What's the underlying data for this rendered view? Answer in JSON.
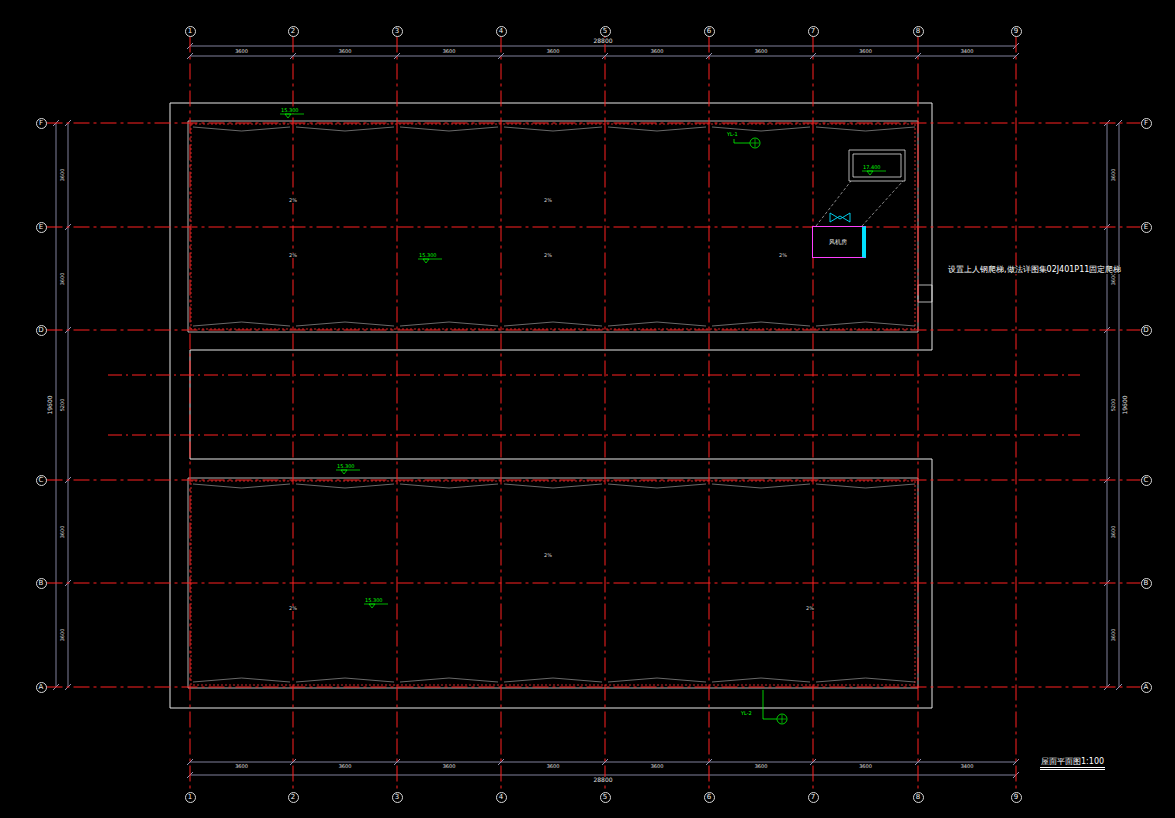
{
  "diagram": {
    "title": "屋面平面图1:100",
    "nodes": [
      {
        "text": [
          "1"
        ]
      },
      {
        "text": [
          "2"
        ]
      },
      {
        "text": [
          "3"
        ]
      },
      {
        "text": [
          "4"
        ]
      },
      {
        "text": [
          "5"
        ]
      },
      {
        "text": [
          "6"
        ]
      },
      {
        "text": [
          "7"
        ]
      },
      {
        "text": [
          "8"
        ]
      },
      {
        "text": [
          "9"
        ]
      },
      {
        "text": [
          "1"
        ]
      },
      {
        "text": [
          "2"
        ]
      },
      {
        "text": [
          "3"
        ]
      },
      {
        "text": [
          "4"
        ]
      },
      {
        "text": [
          "5"
        ]
      },
      {
        "text": [
          "6"
        ]
      },
      {
        "text": [
          "7"
        ]
      },
      {
        "text": [
          "8"
        ]
      },
      {
        "text": [
          "9"
        ]
      },
      {
        "text": [
          "F"
        ]
      },
      {
        "text": [
          "E"
        ]
      },
      {
        "text": [
          "D"
        ]
      },
      {
        "text": [
          "C"
        ]
      },
      {
        "text": [
          "B"
        ]
      },
      {
        "text": [
          "A"
        ]
      },
      {
        "text": [
          "F"
        ]
      },
      {
        "text": [
          "E"
        ]
      },
      {
        "text": [
          "D"
        ]
      },
      {
        "text": [
          "C"
        ]
      },
      {
        "text": [
          "B"
        ]
      },
      {
        "text": [
          "A"
        ]
      },
      {
        "text": [
          "风机房"
        ]
      }
    ],
    "edges": [
      {
        "from": 0,
        "to": 9,
        "arrow": "none"
      },
      {
        "from": 1,
        "to": 10,
        "arrow": "none"
      },
      {
        "from": 2,
        "to": 11,
        "arrow": "none"
      },
      {
        "from": 3,
        "to": 12,
        "arrow": "none"
      },
      {
        "from": 4,
        "to": 13,
        "arrow": "none"
      },
      {
        "from": 5,
        "to": 14,
        "arrow": "none"
      },
      {
        "from": 6,
        "to": 15,
        "arrow": "none"
      },
      {
        "from": 7,
        "to": 16,
        "arrow": "none"
      },
      {
        "from": 8,
        "to": 17,
        "arrow": "none"
      },
      {
        "from": 18,
        "to": 24,
        "arrow": "none"
      },
      {
        "from": 19,
        "to": 25,
        "arrow": "none"
      },
      {
        "from": 20,
        "to": 26,
        "arrow": "none"
      },
      {
        "from": 21,
        "to": 27,
        "arrow": "none"
      },
      {
        "from": 22,
        "to": 28,
        "arrow": "none"
      },
      {
        "from": 23,
        "to": 29,
        "arrow": "none"
      }
    ],
    "labels": [
      "28800",
      "3600",
      "3600",
      "3600",
      "3600",
      "3600",
      "3600",
      "3600",
      "3400",
      "3600",
      "3600",
      "3600",
      "3600",
      "3600",
      "3600",
      "3600",
      "3400",
      "28800",
      "3600",
      "3600",
      "5200",
      "3600",
      "3600",
      "19600",
      "3600",
      "3600",
      "5200",
      "3600",
      "3600",
      "19600",
      "设置上人钢爬梯,做法详图集02J401P11固定爬梯",
      "15.300",
      "15.300",
      "15.300",
      "15.300",
      "17.400",
      "YL-1",
      "YL-2",
      "2%",
      "2%",
      "2%",
      "2%",
      "2%",
      "2%",
      "2%",
      "2%"
    ]
  }
}
